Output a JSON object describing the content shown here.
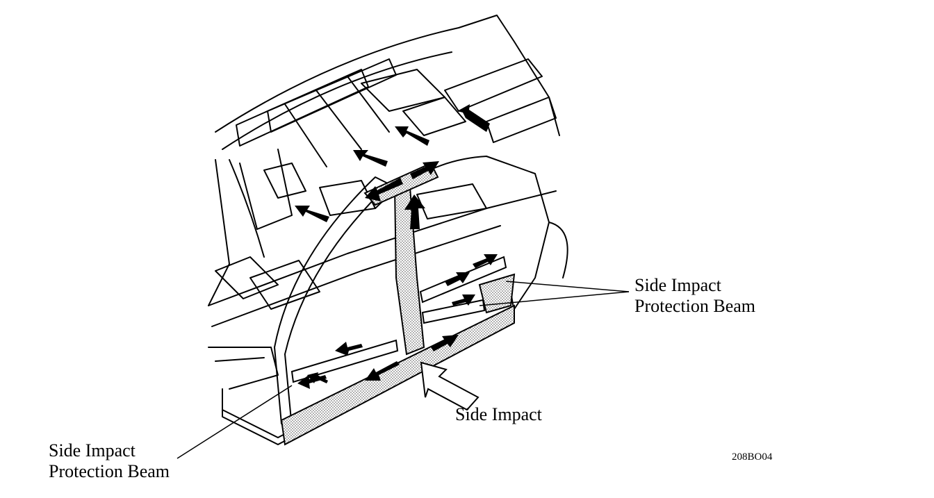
{
  "labels": {
    "right_beam": [
      "Side Impact",
      "Protection Beam"
    ],
    "left_beam": [
      "Side Impact",
      "Protection Beam"
    ],
    "side_impact": "Side Impact"
  },
  "figure_code": "208BO04",
  "colors": {
    "ink": "#000000",
    "paper": "#ffffff",
    "stipple": "#9a9a9a"
  }
}
